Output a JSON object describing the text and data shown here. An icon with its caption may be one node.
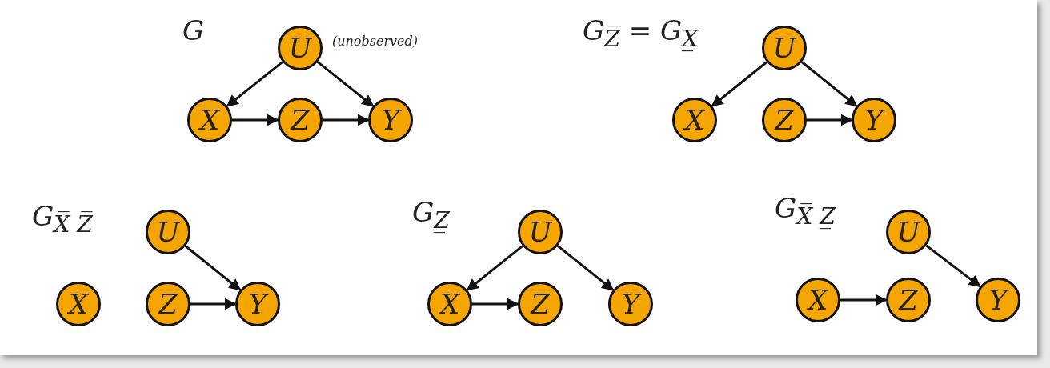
{
  "diagram": {
    "nodes": [
      {
        "text": [
          "U"
        ],
        "beside": [
          "(unobserved)"
        ]
      },
      {
        "text": [
          "X"
        ]
      },
      {
        "text": [
          "Z"
        ]
      },
      {
        "text": [
          "Y"
        ]
      },
      {
        "text": [
          "U"
        ]
      },
      {
        "text": [
          "X"
        ]
      },
      {
        "text": [
          "Z"
        ]
      },
      {
        "text": [
          "Y"
        ]
      },
      {
        "text": [
          "U"
        ]
      },
      {
        "text": [
          "X"
        ]
      },
      {
        "text": [
          "Z"
        ]
      },
      {
        "text": [
          "Y"
        ]
      },
      {
        "text": [
          "U"
        ]
      },
      {
        "text": [
          "X"
        ]
      },
      {
        "text": [
          "Z"
        ]
      },
      {
        "text": [
          "Y"
        ]
      },
      {
        "text": [
          "U"
        ]
      },
      {
        "text": [
          "X"
        ]
      },
      {
        "text": [
          "Z"
        ]
      },
      {
        "text": [
          "Y"
        ]
      }
    ],
    "edges": [
      {
        "from": 0,
        "to": 1,
        "arrow": "to"
      },
      {
        "from": 0,
        "to": 3,
        "arrow": "to"
      },
      {
        "from": 1,
        "to": 2,
        "arrow": "to"
      },
      {
        "from": 2,
        "to": 3,
        "arrow": "to"
      },
      {
        "from": 4,
        "to": 5,
        "arrow": "to"
      },
      {
        "from": 4,
        "to": 7,
        "arrow": "to"
      },
      {
        "from": 6,
        "to": 7,
        "arrow": "to"
      },
      {
        "from": 8,
        "to": 11,
        "arrow": "to"
      },
      {
        "from": 10,
        "to": 11,
        "arrow": "to"
      },
      {
        "from": 12,
        "to": 13,
        "arrow": "to"
      },
      {
        "from": 12,
        "to": 15,
        "arrow": "to"
      },
      {
        "from": 13,
        "to": 14,
        "arrow": "to"
      },
      {
        "from": 16,
        "to": 19,
        "arrow": "to"
      },
      {
        "from": 17,
        "to": 18,
        "arrow": "to"
      }
    ],
    "labels": [
      "G",
      "G$_{Z̅}$ = G$_{X̲}$",
      "G$_{X̅ Z̅}$",
      "G$_{Z̲}$",
      "G$_{X̅ Z̲}$"
    ]
  }
}
